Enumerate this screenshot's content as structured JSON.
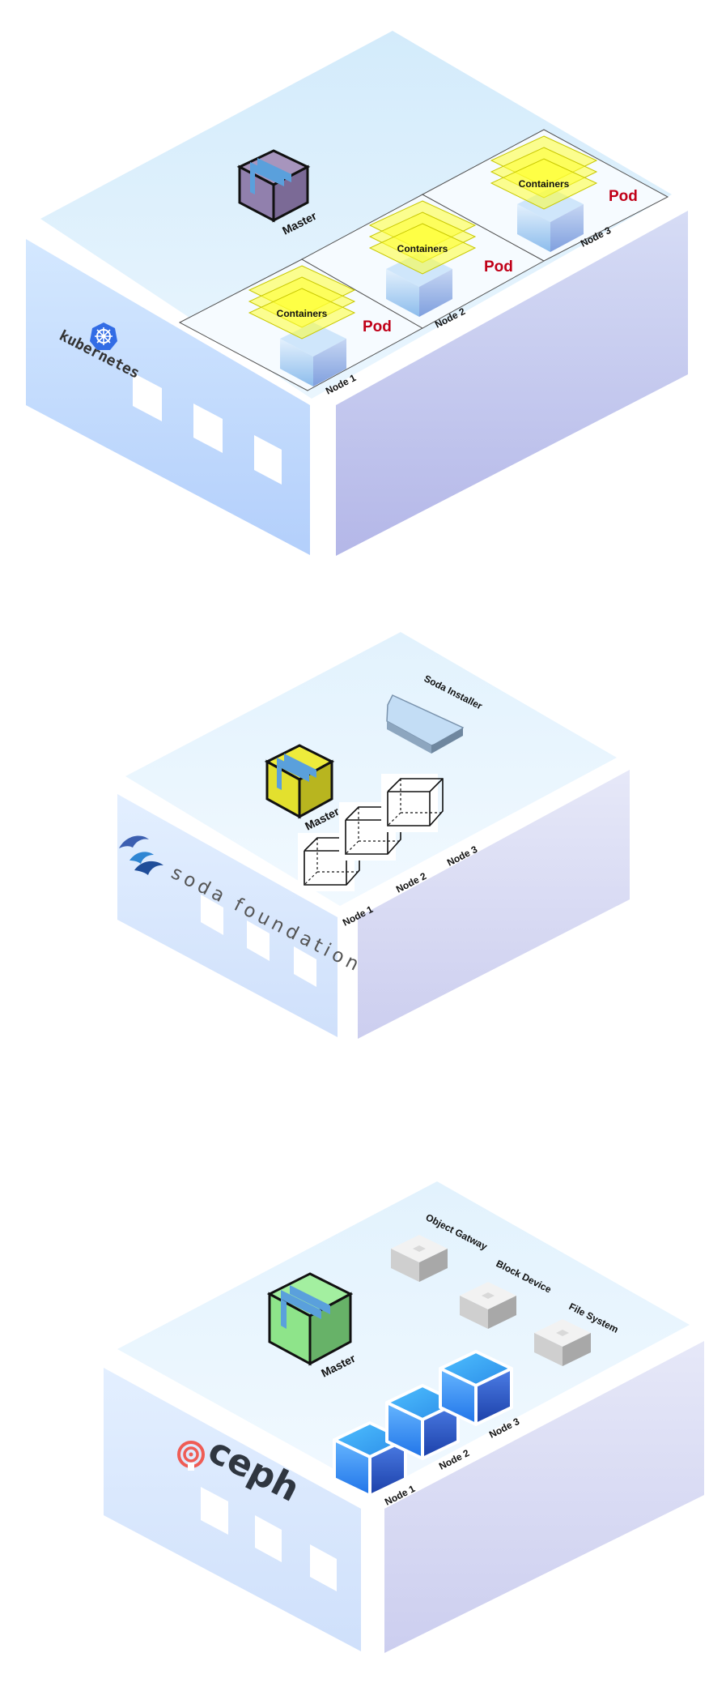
{
  "colors": {
    "kube_blue": "#326ce5",
    "pod_red": "#c00018",
    "container_yellow": "#ffff33",
    "ceph_red": "#ef5c55",
    "master_purple": "#8e7fa8",
    "master_yellow": "#e3e02e",
    "master_green": "#8ee48a",
    "node_blue": "#2f8ef0"
  },
  "kubernetes": {
    "logo_text": "kubernetes",
    "logo_icon": "kubernetes-helm-icon",
    "master_label": "Master",
    "containers_label": "Containers",
    "pod_label": "Pod",
    "nodes": [
      "Node 1",
      "Node 2",
      "Node 3"
    ]
  },
  "soda": {
    "logo_text": "soda foundation",
    "logo_icon": "dolphins-icon",
    "master_label": "Master",
    "installer_label": "Soda Installer",
    "nodes": [
      "Node 1",
      "Node 2",
      "Node 3"
    ]
  },
  "ceph": {
    "logo_text": "ceph",
    "logo_icon": "ceph-octopus-icon",
    "master_label": "Master",
    "services": [
      "Object Gatway",
      "Block Device",
      "File System"
    ],
    "nodes": [
      "Node 1",
      "Node 2",
      "Node 3"
    ]
  }
}
